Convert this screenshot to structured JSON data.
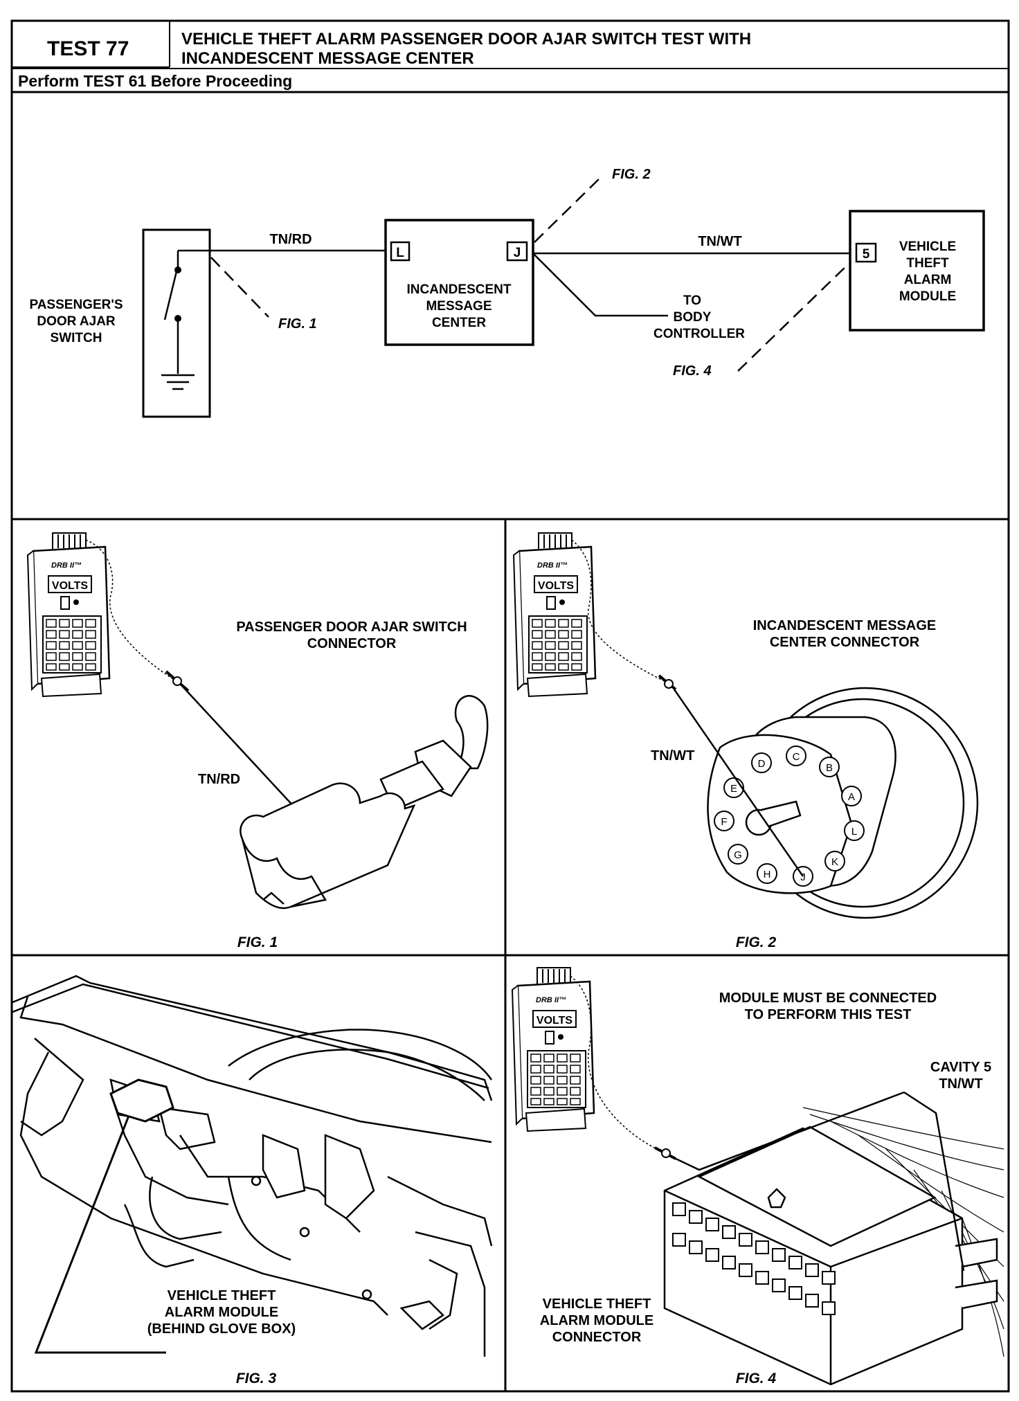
{
  "header": {
    "test_label": "TEST 77",
    "title_line1": "VEHICLE THEFT ALARM PASSENGER DOOR AJAR SWITCH TEST WITH",
    "title_line2": "INCANDESCENT MESSAGE CENTER",
    "prerequisite": "Perform TEST 61 Before Proceeding"
  },
  "schematic": {
    "switch_label": [
      "PASSENGER'S",
      "DOOR AJAR",
      "SWITCH"
    ],
    "wire_1": "TN/RD",
    "wire_2": "TN/WT",
    "message_center": [
      "INCANDESCENT",
      "MESSAGE",
      "CENTER"
    ],
    "pin_l": "L",
    "pin_j": "J",
    "pin_5": "5",
    "module": [
      "VEHICLE",
      "THEFT",
      "ALARM",
      "MODULE"
    ],
    "body_controller": [
      "TO",
      "BODY",
      "CONTROLLER"
    ],
    "fig1_ref": "FIG. 1",
    "fig2_ref": "FIG. 2",
    "fig4_ref": "FIG. 4"
  },
  "tester": {
    "brand": "DRB II™",
    "mode": "VOLTS"
  },
  "fig1": {
    "caption": "FIG. 1",
    "title": [
      "PASSENGER DOOR AJAR SWITCH",
      "CONNECTOR"
    ],
    "wire": "TN/RD"
  },
  "fig2": {
    "caption": "FIG. 2",
    "title": [
      "INCANDESCENT MESSAGE",
      "CENTER CONNECTOR"
    ],
    "wire": "TN/WT",
    "pins": [
      "A",
      "B",
      "C",
      "D",
      "E",
      "F",
      "G",
      "H",
      "J",
      "K",
      "L"
    ]
  },
  "fig3": {
    "caption": "FIG. 3",
    "label": [
      "VEHICLE THEFT",
      "ALARM MODULE",
      "(BEHIND GLOVE BOX)"
    ]
  },
  "fig4": {
    "caption": "FIG. 4",
    "note": [
      "MODULE MUST BE CONNECTED",
      "TO PERFORM THIS TEST"
    ],
    "cavity": [
      "CAVITY 5",
      "TN/WT"
    ],
    "label": [
      "VEHICLE THEFT",
      "ALARM MODULE",
      "CONNECTOR"
    ]
  }
}
